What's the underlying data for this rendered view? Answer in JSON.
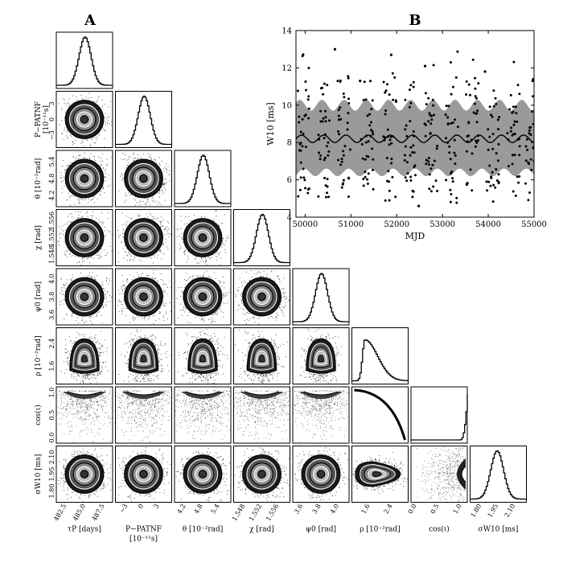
{
  "panel_a": {
    "title": "A",
    "variables": [
      {
        "key": "tau_p",
        "xlabel": "τP [days]",
        "ylabel": "",
        "ticks": [
          "482.5",
          "485.0",
          "487.5"
        ],
        "tick_pos": [
          0.18,
          0.52,
          0.86
        ]
      },
      {
        "key": "p",
        "xlabel": "P−PATNF",
        "xlabel2": "[10⁻¹¹s]",
        "ylabel": "P−PATNF",
        "ylabel2": "[10⁻¹¹s]",
        "ticks": [
          "−3",
          "0",
          "3"
        ],
        "tick_pos": [
          0.22,
          0.5,
          0.78
        ]
      },
      {
        "key": "theta",
        "xlabel": "θ [10⁻²rad]",
        "ylabel": "θ [10⁻²rad]",
        "ticks": [
          "4.2",
          "4.8",
          "5.4"
        ],
        "tick_pos": [
          0.2,
          0.5,
          0.8
        ]
      },
      {
        "key": "chi",
        "xlabel": "χ [rad]",
        "ylabel": "χ [rad]",
        "ticks": [
          "1.548",
          "1.552",
          "1.556"
        ],
        "tick_pos": [
          0.2,
          0.5,
          0.8
        ]
      },
      {
        "key": "psi0",
        "xlabel": "ψ0 [rad]",
        "ylabel": "ψ0 [rad]",
        "ticks": [
          "3.6",
          "3.8",
          "4.0"
        ],
        "tick_pos": [
          0.18,
          0.5,
          0.82
        ]
      },
      {
        "key": "rho",
        "xlabel": "ρ [10⁻²rad]",
        "ylabel": "ρ [10⁻²rad]",
        "ticks": [
          "1.6",
          "2.4"
        ],
        "tick_pos": [
          0.32,
          0.72
        ]
      },
      {
        "key": "cos_iota",
        "xlabel": "cos(ι)",
        "ylabel": "cos(ι)",
        "ticks": [
          "0.0",
          "0.5",
          "1.0"
        ],
        "tick_pos": [
          0.1,
          0.5,
          0.9
        ]
      },
      {
        "key": "sigma",
        "xlabel": "σW10 [ms]",
        "ylabel": "σW10 [ms]",
        "ticks": [
          "1.80",
          "1.95",
          "2.10"
        ],
        "tick_pos": [
          0.2,
          0.5,
          0.8
        ]
      }
    ]
  },
  "chart_data": {
    "type": "scatter",
    "title": "B",
    "xlabel": "MJD",
    "ylabel": "W10 [ms]",
    "xlim": [
      49800,
      55000
    ],
    "ylim": [
      4,
      14
    ],
    "xticks": [
      50000,
      51000,
      52000,
      53000,
      54000,
      55000
    ],
    "yticks": [
      4,
      6,
      8,
      10,
      12,
      14
    ],
    "xtick_labels": [
      "50000",
      "51000",
      "52000",
      "53000",
      "54000",
      "55000"
    ],
    "ytick_labels": [
      "4",
      "6",
      "8",
      "10",
      "12",
      "14"
    ],
    "model": {
      "mean": 8.2,
      "amplitude": 0.2,
      "period_days": 485,
      "band_halfwidth": 1.8,
      "band_amplitude": 0.15
    },
    "observations": {
      "groups_mjd": [
        49950,
        50400,
        50850,
        51350,
        51850,
        52300,
        52750,
        53200,
        53650,
        54100,
        54550,
        54950
      ],
      "outliers": [
        {
          "x": 50650,
          "y": 13.0
        },
        {
          "x": 51880,
          "y": 12.7
        },
        {
          "x": 52620,
          "y": 12.1
        },
        {
          "x": 51200,
          "y": 11.3
        },
        {
          "x": 53930,
          "y": 11.8
        },
        {
          "x": 52480,
          "y": 4.6
        }
      ]
    }
  }
}
